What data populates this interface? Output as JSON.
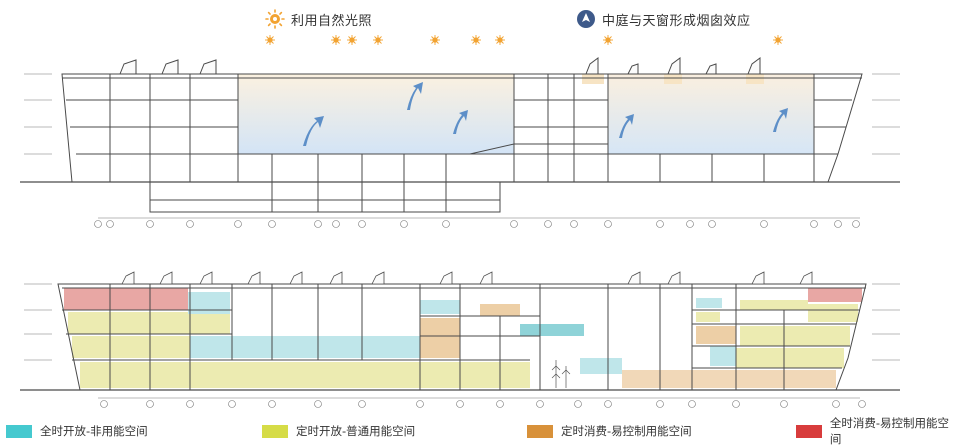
{
  "header": {
    "daylight_label": "利用自然光照",
    "stack_label": "中庭与天窗形成烟囱效应",
    "daylight_icon": "sun-icon",
    "stack_icon": "stack-effect-icon"
  },
  "legend": [
    {
      "label": "全时开放-非用能空间",
      "color": "#45c9cf"
    },
    {
      "label": "定时开放-普通用能空间",
      "color": "#d6dc47"
    },
    {
      "label": "定时消费-易控制用能空间",
      "color": "#d8913a"
    },
    {
      "label": "全时消费-易控制用能空间",
      "color": "#d83c3c"
    }
  ],
  "colors": {
    "line": "#4a4a4a",
    "sky_blue": "#d8e8f6",
    "sun_orange": "#f2a332",
    "axis_grey": "#777777"
  }
}
